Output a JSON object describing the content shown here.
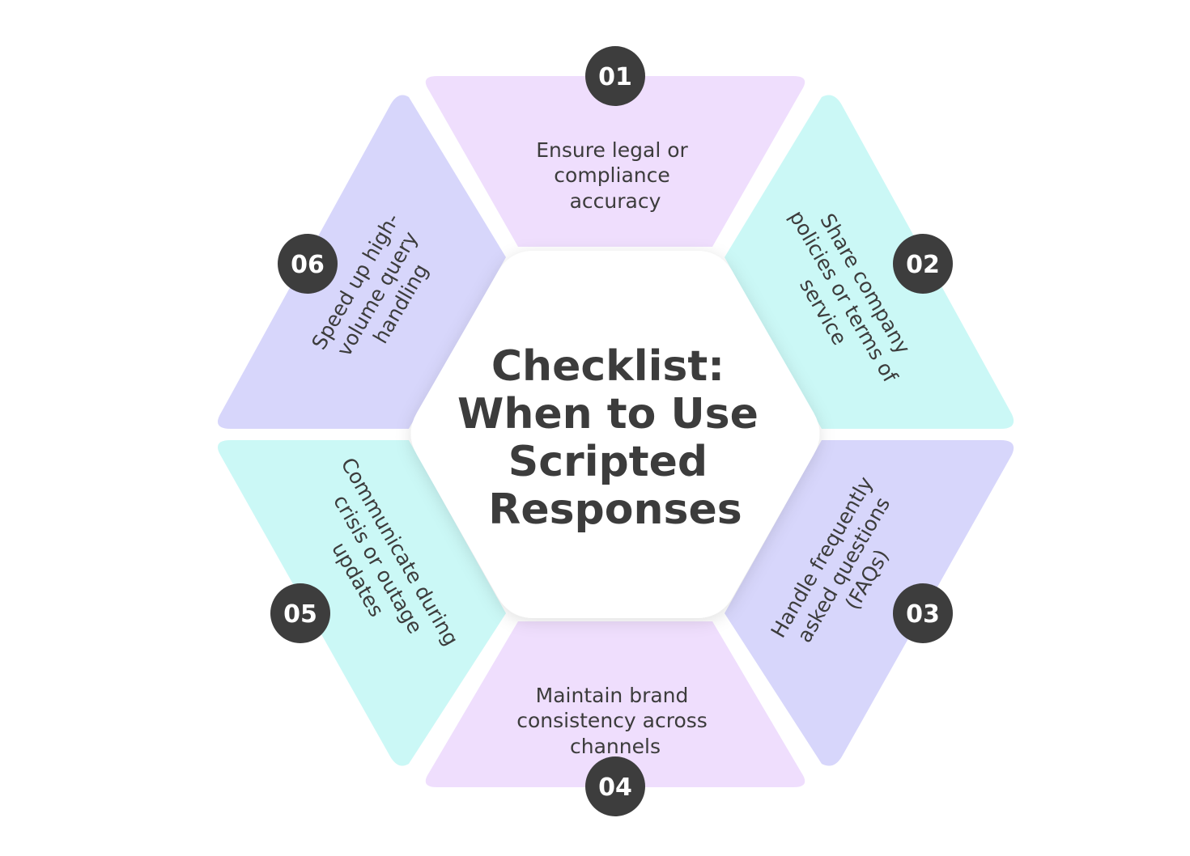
{
  "title": {
    "lines": [
      "Checklist:",
      "When to Use",
      "Scripted",
      "Responses"
    ]
  },
  "colors": {
    "lavender": "#d7d6fb",
    "pink": "#efdefd",
    "mint": "#cbf8f6",
    "badge": "#3d3d3d",
    "text": "#3c3c3c",
    "center": "#ffffff"
  },
  "segments": [
    {
      "number": "01",
      "lines": [
        "Ensure legal or",
        "compliance",
        "accuracy"
      ],
      "color": "#efdefd"
    },
    {
      "number": "02",
      "lines": [
        "Share company",
        "policies or terms of",
        "service"
      ],
      "color": "#cbf8f6"
    },
    {
      "number": "03",
      "lines": [
        "Handle frequently",
        "asked questions",
        "(FAQs)"
      ],
      "color": "#d7d6fb"
    },
    {
      "number": "04",
      "lines": [
        "Maintain brand",
        "consistency across",
        "channels"
      ],
      "color": "#efdefd"
    },
    {
      "number": "05",
      "lines": [
        "Communicate during",
        "crisis or outage",
        "updates"
      ],
      "color": "#cbf8f6"
    },
    {
      "number": "06",
      "lines": [
        "Speed up high-",
        "volume query",
        "handling"
      ],
      "color": "#d7d6fb"
    }
  ]
}
